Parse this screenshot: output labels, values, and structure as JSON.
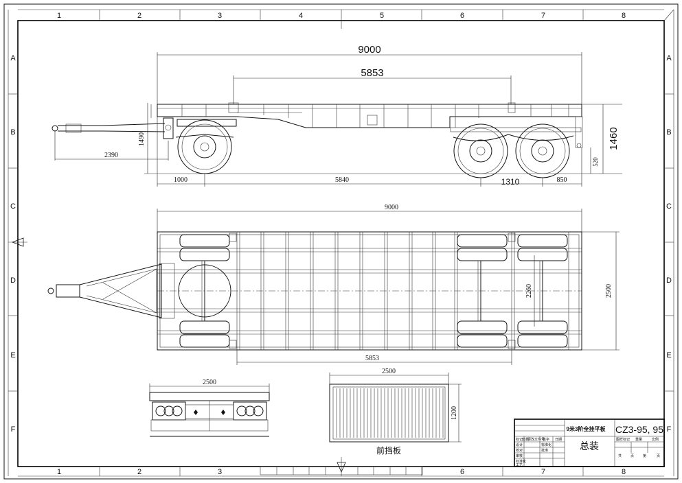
{
  "border": {
    "columns": [
      "1",
      "2",
      "3",
      "4",
      "5",
      "6",
      "7",
      "8"
    ],
    "rows": [
      "A",
      "B",
      "C",
      "D",
      "E",
      "F"
    ]
  },
  "side_view": {
    "dims": {
      "overall_length": "9000",
      "axle_span": "5853",
      "drawbar_height": "1490",
      "drawbar_length": "2390",
      "front_overhang": "1000",
      "wheelbase": "5840",
      "tandem_spacing": "1310",
      "rear_overhang": "850",
      "overall_height": "1460",
      "deck_height": "520"
    }
  },
  "plan_view": {
    "dims": {
      "overall_length": "9000",
      "overall_width": "2500",
      "track_width": "2260",
      "axle_span": "5853"
    }
  },
  "rear_view": {
    "dims": {
      "width": "2500"
    }
  },
  "front_board": {
    "dims": {
      "width": "2500",
      "height": "1200"
    },
    "caption": "前挡板"
  },
  "title_block": {
    "product_name": "9米3阶全挂平板",
    "drawing_title": "总装",
    "drawing_number": "CZ3-95, 95",
    "left_headers": [
      "标记",
      "处数",
      "更改文件号",
      "签字",
      "日期"
    ],
    "left_rows": [
      "设计",
      "校对",
      "审核",
      "标准化",
      "工艺"
    ],
    "mid_labels": [
      "标准化",
      "批准"
    ],
    "right_headers": [
      "图样标记",
      "重量",
      "比例"
    ],
    "right_footer": [
      "共",
      "页",
      "第",
      "页"
    ]
  }
}
